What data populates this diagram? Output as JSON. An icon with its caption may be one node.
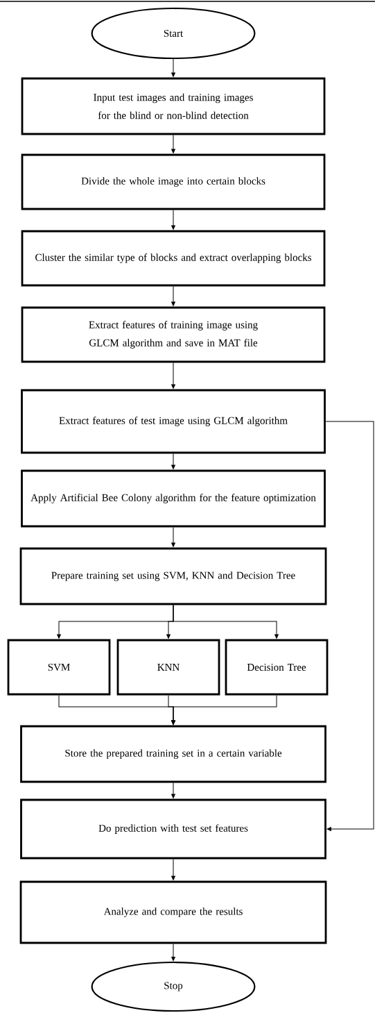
{
  "diagram": {
    "nodes": [
      {
        "text": [
          "Start"
        ]
      },
      {
        "text": [
          "Input test images and training images for the blind or non-blind detection"
        ]
      },
      {
        "text": [
          "Divide the whole image into certain blocks"
        ]
      },
      {
        "text": [
          "Cluster the similar type of blocks and extract overlapping blocks"
        ]
      },
      {
        "text": [
          "Extract features of training image using GLCM algorithm and save in MAT file"
        ]
      },
      {
        "text": [
          "Extract features of test image using GLCM algorithm"
        ]
      },
      {
        "text": [
          "Apply Artificial Bee Colony algorithm for the feature optimization"
        ]
      },
      {
        "text": [
          "Prepare training set using SVM, KNN and Decision Tree"
        ]
      },
      {
        "text": [
          "SVM"
        ]
      },
      {
        "text": [
          "KNN"
        ]
      },
      {
        "text": [
          "Decision Tree"
        ]
      },
      {
        "text": [
          "Store the prepared training set in a certain variable"
        ]
      },
      {
        "text": [
          "Do prediction with test set features"
        ]
      },
      {
        "text": [
          "Analyze and compare the results"
        ]
      },
      {
        "text": [
          "Stop"
        ]
      }
    ],
    "edges": [
      {
        "from": 0,
        "to": 1,
        "arrow": "to"
      },
      {
        "from": 1,
        "to": 2,
        "arrow": "to"
      },
      {
        "from": 2,
        "to": 3,
        "arrow": "to"
      },
      {
        "from": 3,
        "to": 4,
        "arrow": "to"
      },
      {
        "from": 4,
        "to": 5,
        "arrow": "to"
      },
      {
        "from": 5,
        "to": 6,
        "arrow": "to"
      },
      {
        "from": 6,
        "to": 7,
        "arrow": "to"
      },
      {
        "from": 7,
        "to": 8,
        "arrow": "to"
      },
      {
        "from": 7,
        "to": 9,
        "arrow": "to"
      },
      {
        "from": 7,
        "to": 10,
        "arrow": "to"
      },
      {
        "from": 8,
        "to": 11,
        "arrow": "to"
      },
      {
        "from": 9,
        "to": 11,
        "arrow": "to"
      },
      {
        "from": 10,
        "to": 11,
        "arrow": "to"
      },
      {
        "from": 11,
        "to": 12,
        "arrow": "to"
      },
      {
        "from": 12,
        "to": 13,
        "arrow": "to"
      },
      {
        "from": 13,
        "to": 14,
        "arrow": "to"
      },
      {
        "from": 5,
        "to": 12,
        "arrow": "to"
      }
    ]
  }
}
